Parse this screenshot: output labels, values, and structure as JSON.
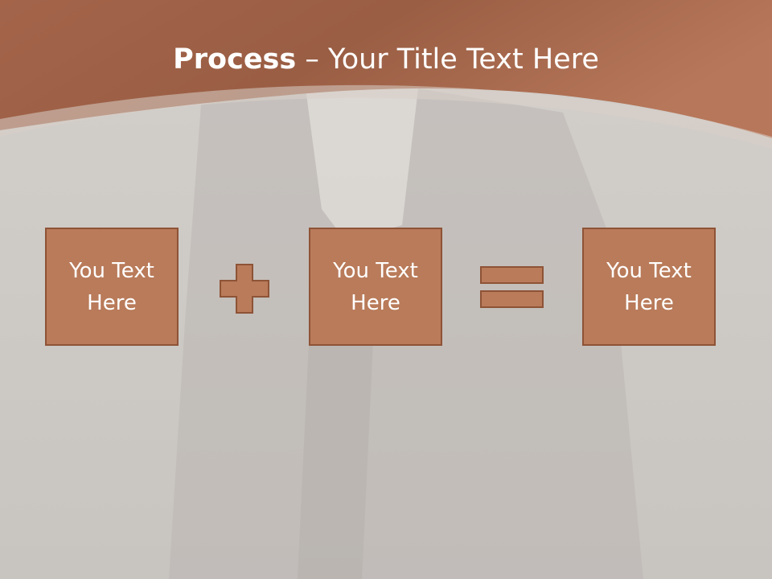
{
  "title": {
    "bold": "Process",
    "rest": " – Your Title Text Here"
  },
  "boxes": [
    {
      "text": "You Text Here"
    },
    {
      "text": "You Text Here"
    },
    {
      "text": "You Text Here"
    }
  ],
  "operators": [
    "plus-icon",
    "equals-icon"
  ],
  "colors": {
    "header": "#a8694b",
    "box_fill": "#b97b5a",
    "box_border": "#8e5336",
    "background": "#c9c6c2"
  }
}
